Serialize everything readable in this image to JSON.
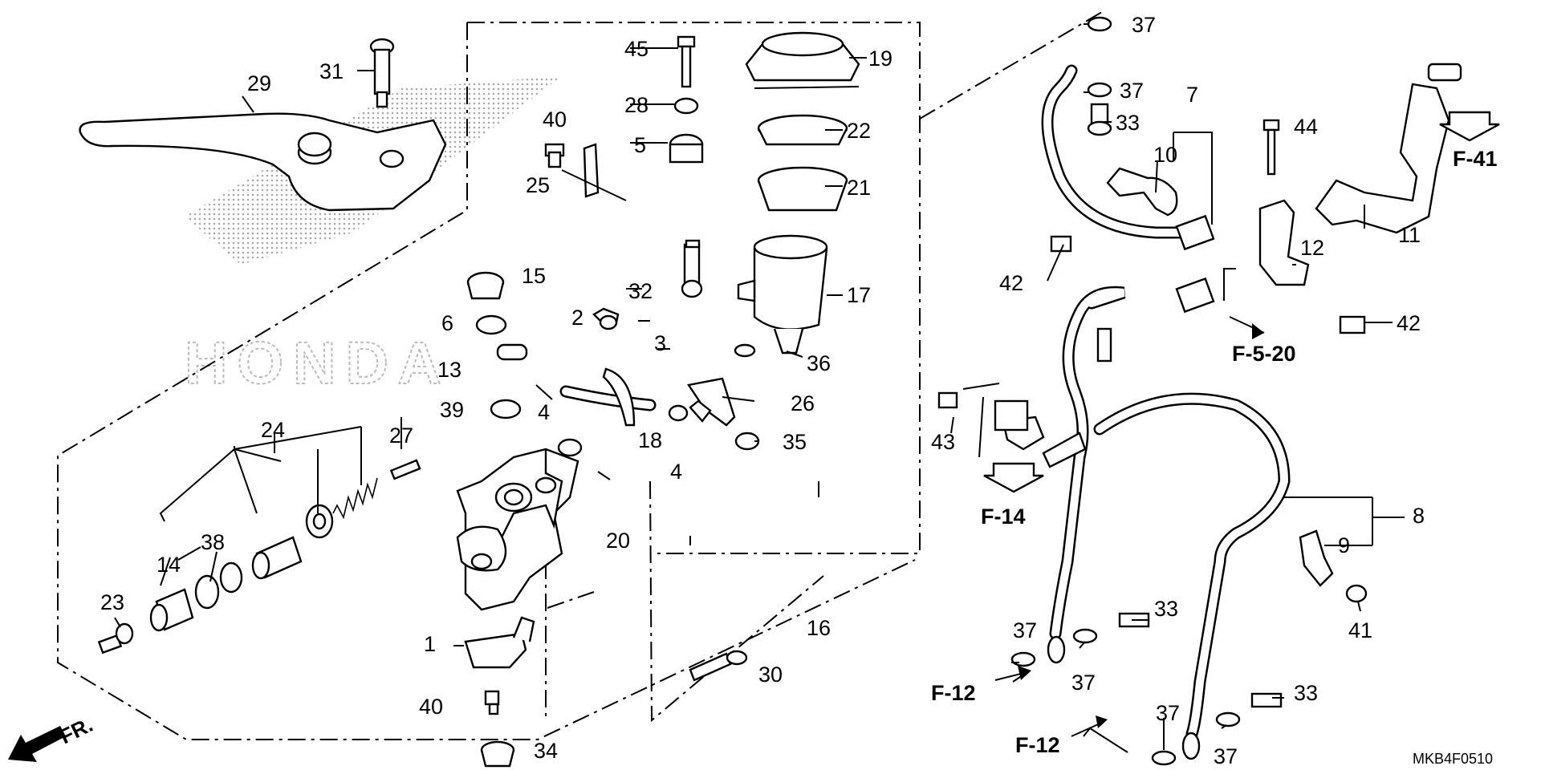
{
  "diagram": {
    "watermark": "HONDA",
    "code": "MKB4F0510",
    "direction": "FR.",
    "references": [
      {
        "id": "f41",
        "text": "F-41"
      },
      {
        "id": "f520",
        "text": "F-5-20"
      },
      {
        "id": "f14",
        "text": "F-14"
      },
      {
        "id": "f12a",
        "text": "F-12"
      },
      {
        "id": "f12b",
        "text": "F-12"
      }
    ],
    "callouts": [
      "1",
      "2",
      "3",
      "4",
      "4",
      "5",
      "6",
      "7",
      "8",
      "9",
      "10",
      "11",
      "12",
      "13",
      "14",
      "15",
      "16",
      "17",
      "18",
      "19",
      "20",
      "21",
      "22",
      "23",
      "24",
      "25",
      "26",
      "27",
      "28",
      "29",
      "30",
      "31",
      "32",
      "33",
      "33",
      "33",
      "33",
      "34",
      "35",
      "36",
      "37",
      "37",
      "37",
      "37",
      "37",
      "37",
      "38",
      "39",
      "40",
      "40",
      "41",
      "42",
      "42",
      "43",
      "44",
      "45"
    ]
  }
}
